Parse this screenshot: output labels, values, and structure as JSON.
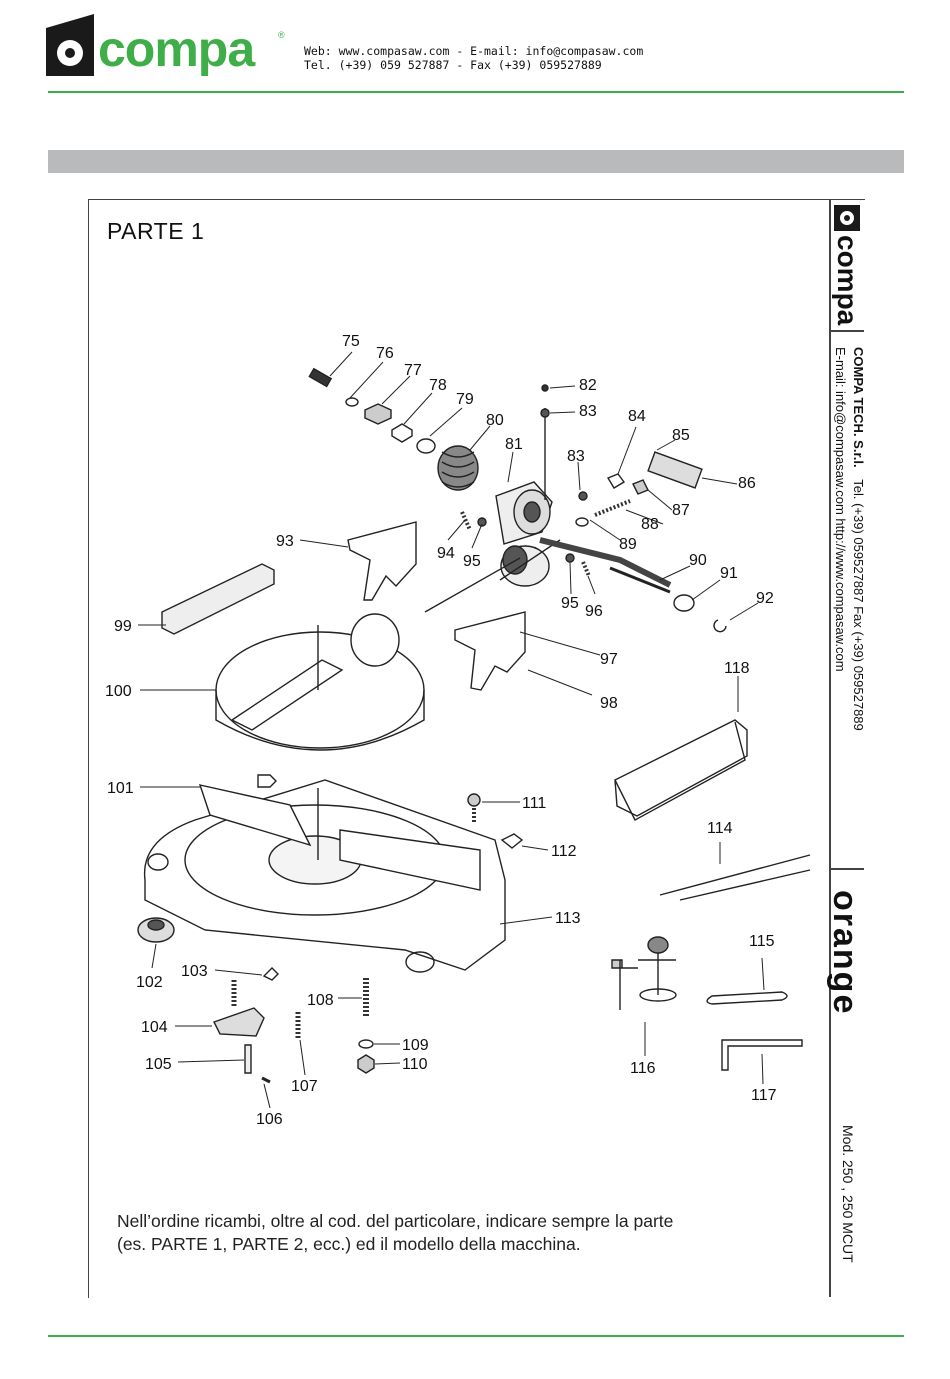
{
  "header": {
    "brand": "compa",
    "registered_mark": "®",
    "contact_line1": "Web: www.compasaw.com - E-mail: info@compasaw.com",
    "contact_line2": "Tel. (+39) 059 527887 - Fax (+39) 059527889"
  },
  "colors": {
    "rule": "#3fae49",
    "logo_green": "#3fae49",
    "logo_dark": "#1a1a1a",
    "bar": "#b9babc"
  },
  "page": {
    "part_title": "PARTE 1",
    "note_line1": "Nell’ordine ricambi, oltre al cod. del particolare, indicare sempre la parte",
    "note_line2": "(es. PARTE 1, PARTE 2, ecc.) ed il modello della macchina."
  },
  "sidebar": {
    "brand": "compa",
    "company": "COMPA TECH. S.r.l.",
    "contact": "Tel. (+39) 059527887 Fax (+39) 059527889",
    "email_web": "E-mail: info@compasaw.com http://www.compasaw.com",
    "product": "orange",
    "model": "Mod. 250 , 250 MCUT"
  },
  "callouts": [
    "75",
    "76",
    "77",
    "78",
    "79",
    "80",
    "81",
    "82",
    "83",
    "83",
    "84",
    "85",
    "86",
    "87",
    "88",
    "89",
    "90",
    "91",
    "92",
    "93",
    "94",
    "95",
    "95",
    "96",
    "97",
    "98",
    "99",
    "100",
    "101",
    "102",
    "103",
    "104",
    "105",
    "106",
    "107",
    "108",
    "109",
    "110",
    "111",
    "112",
    "113",
    "114",
    "115",
    "116",
    "117",
    "118"
  ]
}
